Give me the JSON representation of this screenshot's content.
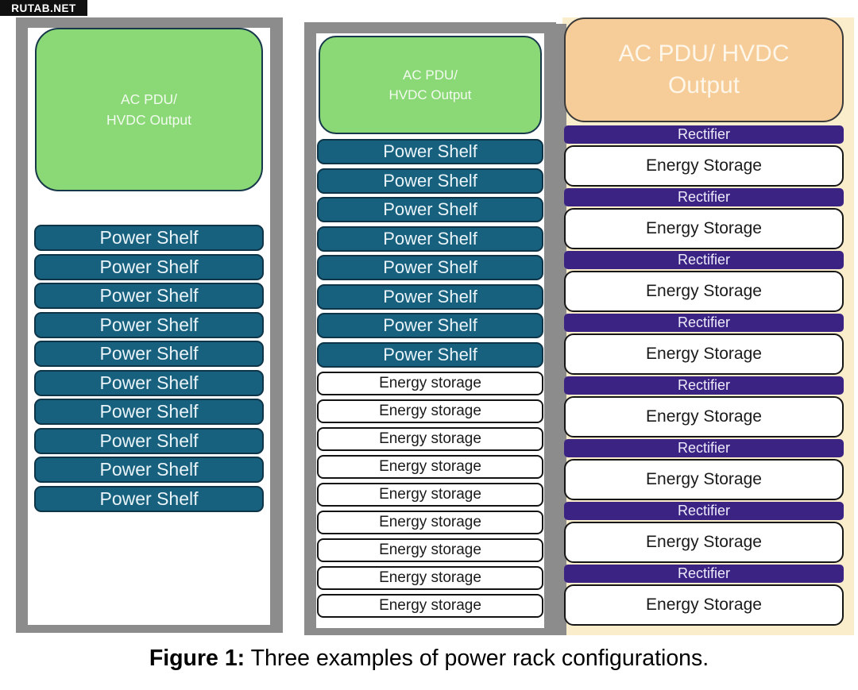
{
  "watermark": "RUTAB.NET",
  "caption": {
    "prefix": "Figure 1:",
    "text": " Three examples of power rack configurations."
  },
  "colors": {
    "header_green": "#8BD876",
    "shelf_teal": "#17617F",
    "rectifier_purple": "#3B2384",
    "header_peach": "#F6CC98",
    "frame_gray": "#8C8C8C",
    "rack3_cream": "#F9EDCB"
  },
  "rack1": {
    "header": {
      "line1": "AC PDU/",
      "line2": "HVDC Output"
    },
    "shelves": [
      "Power Shelf",
      "Power Shelf",
      "Power Shelf",
      "Power Shelf",
      "Power Shelf",
      "Power Shelf",
      "Power Shelf",
      "Power Shelf",
      "Power Shelf",
      "Power Shelf"
    ]
  },
  "rack2": {
    "header": {
      "line1": "AC PDU/",
      "line2": "HVDC Output"
    },
    "shelves": [
      "Power Shelf",
      "Power Shelf",
      "Power Shelf",
      "Power Shelf",
      "Power Shelf",
      "Power Shelf",
      "Power Shelf",
      "Power Shelf"
    ],
    "storage": [
      "Energy storage",
      "Energy storage",
      "Energy storage",
      "Energy storage",
      "Energy storage",
      "Energy storage",
      "Energy storage",
      "Energy storage",
      "Energy storage"
    ]
  },
  "rack3": {
    "header": {
      "line1": "AC PDU/ HVDC",
      "line2": "Output"
    },
    "pairs": [
      {
        "rectifier": "Rectifier",
        "storage": "Energy Storage"
      },
      {
        "rectifier": "Rectifier",
        "storage": "Energy Storage"
      },
      {
        "rectifier": "Rectifier",
        "storage": "Energy Storage"
      },
      {
        "rectifier": "Rectifier",
        "storage": "Energy Storage"
      },
      {
        "rectifier": "Rectifier",
        "storage": "Energy Storage"
      },
      {
        "rectifier": "Rectifier",
        "storage": "Energy Storage"
      },
      {
        "rectifier": "Rectifier",
        "storage": "Energy Storage"
      },
      {
        "rectifier": "Rectifier",
        "storage": "Energy Storage"
      }
    ]
  }
}
